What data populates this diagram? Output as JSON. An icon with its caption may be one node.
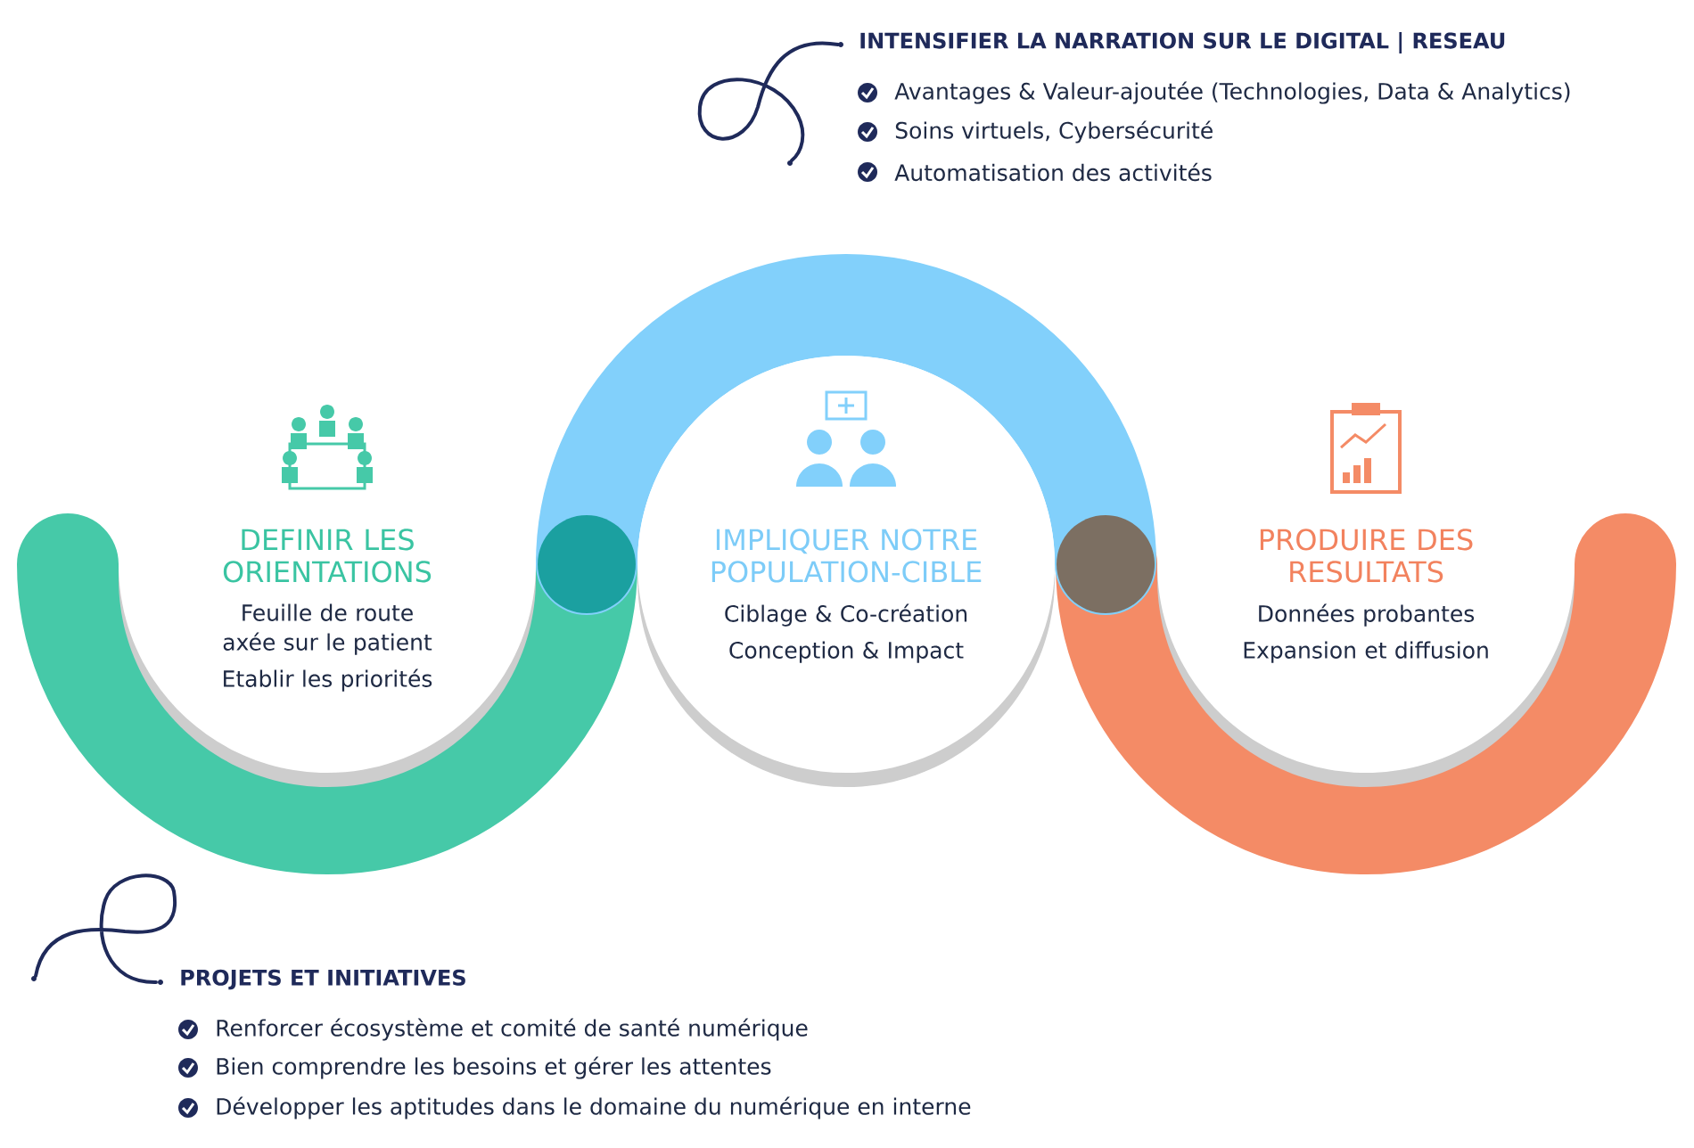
{
  "diagram": {
    "nodes": [
      {
        "text": [
          "DEFINIR LES ORIENTATIONS",
          "Feuille de route axée sur le patient",
          "Etablir les priorités"
        ]
      },
      {
        "text": [],
        "shape": "circle"
      },
      {
        "text": [
          "IMPLIQUER NOTRE POPULATION-CIBLE",
          "Ciblage & Co-création",
          "Conception & Impact"
        ]
      },
      {
        "text": [],
        "shape": "circle"
      },
      {
        "text": [
          "PRODUIRE DES RESULTATS",
          "Données probantes",
          "Expansion et diffusion"
        ]
      }
    ],
    "labels": [
      "INTENSIFIER LA NARRATION SUR LE DIGITAL | RESEAU",
      "Avantages & Valeur-ajoutée (Technologies, Data & Analytics)",
      "Soins virtuels, Cybersécurité",
      "Automatisation des activités",
      "PROJETS ET INITIATIVES",
      "Renforcer écosystème et comité de santé numérique",
      "Bien comprendre les besoins et gérer les attentes",
      "Développer les aptitudes dans le domaine du numérique en interne"
    ]
  }
}
